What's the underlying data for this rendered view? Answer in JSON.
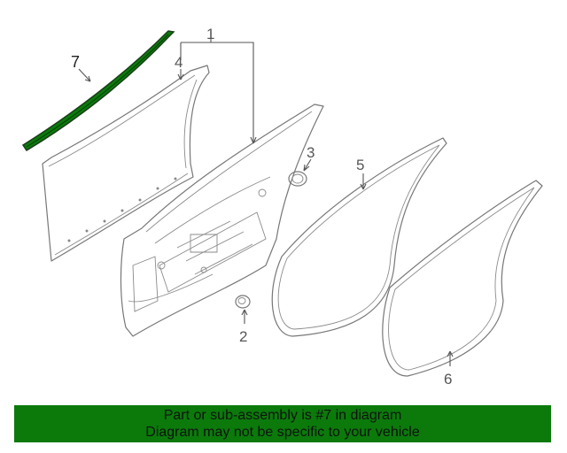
{
  "diagram": {
    "callouts": [
      {
        "id": "1",
        "label": "1"
      },
      {
        "id": "2",
        "label": "2"
      },
      {
        "id": "3",
        "label": "3"
      },
      {
        "id": "4",
        "label": "4"
      },
      {
        "id": "5",
        "label": "5"
      },
      {
        "id": "6",
        "label": "6"
      },
      {
        "id": "7",
        "label": "7"
      }
    ],
    "highlighted_part": "7",
    "highlight_color": "#0b7a0b"
  },
  "banner": {
    "line1": "Part or sub-assembly is #7 in diagram",
    "line2": "Diagram may not be specific to your vehicle",
    "background": "#0b7a0b"
  }
}
